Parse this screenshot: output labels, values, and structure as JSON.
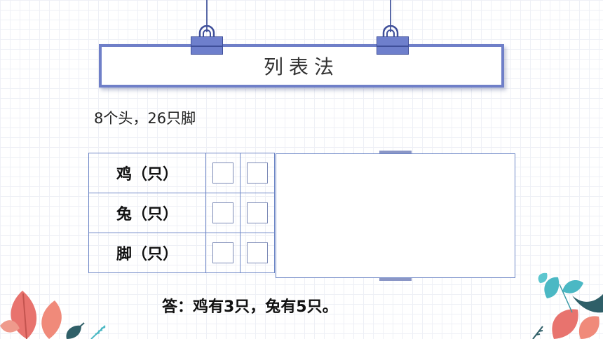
{
  "title": "列表法",
  "condition": "8个头，26只脚",
  "table": {
    "rows": [
      {
        "label": "鸡（只）"
      },
      {
        "label": "兔（只）"
      },
      {
        "label": "脚（只）"
      }
    ]
  },
  "answer": "答：鸡有3只，兔有5只。",
  "colors": {
    "title_border": "#6f7fc8",
    "clip": "#6e7fcc",
    "grid_line": "#6d86c6",
    "leaf_coral": "#e8736e",
    "leaf_teal": "#4bb8c4",
    "leaf_dark": "#2f5f68"
  }
}
